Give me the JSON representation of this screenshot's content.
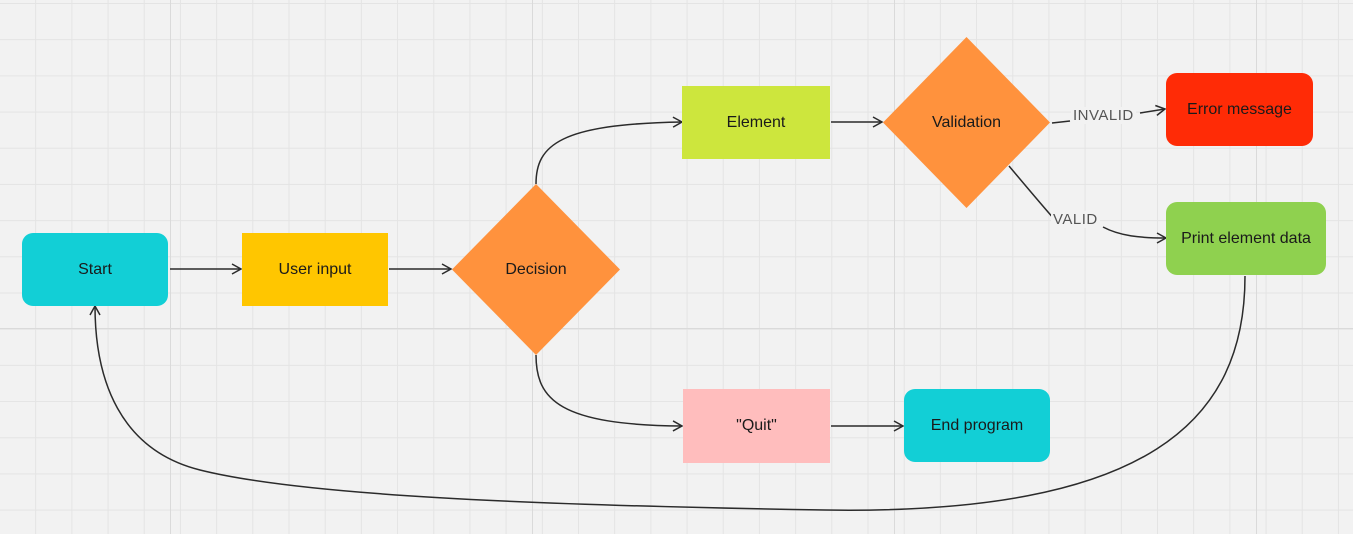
{
  "colors": {
    "teal": "#12cfd6",
    "yellow": "#ffc600",
    "orange": "#ff923d",
    "lime": "#cde63d",
    "pink": "#ffbdbd",
    "red": "#ff2b06",
    "green": "#8fd14f",
    "line": "#2b2b2b"
  },
  "nodes": {
    "start": "Start",
    "user_input": "User input",
    "decision": "Decision",
    "element": "Element",
    "validation": "Validation",
    "error_message": "Error message",
    "print_element_data": "Print element data",
    "quit": "\"Quit\"",
    "end_program": "End program"
  },
  "edges": {
    "invalid": "INVALID",
    "valid": "VALID"
  }
}
